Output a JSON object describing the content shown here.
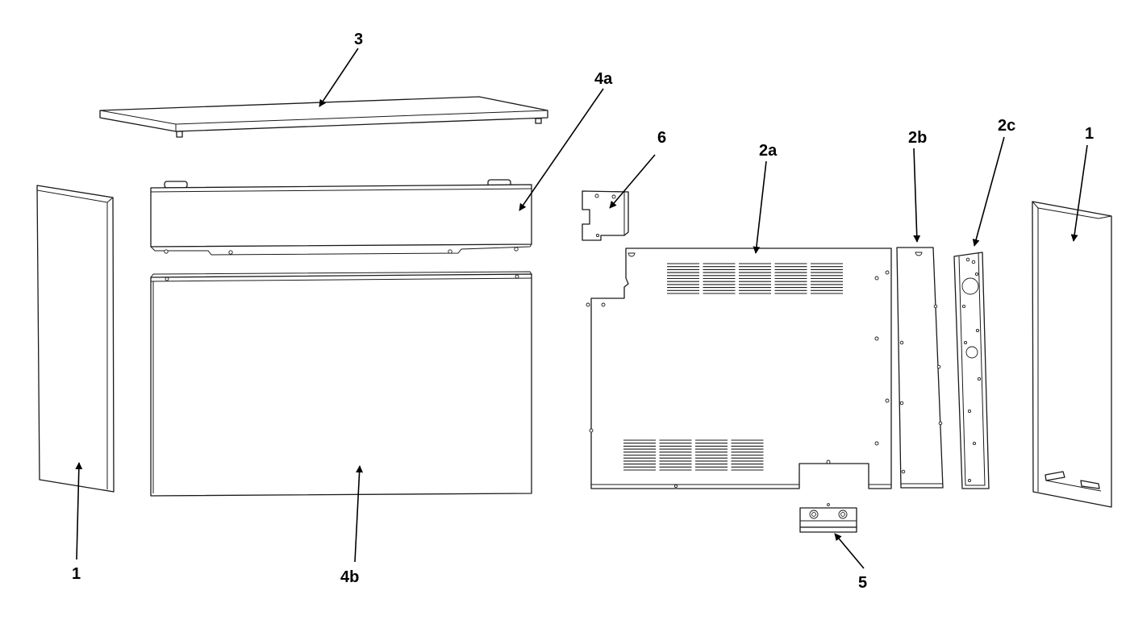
{
  "colors": {
    "line": "#1a1a1a",
    "background": "#ffffff",
    "text": "#000000"
  },
  "callouts": [
    {
      "id": "side-panel-left",
      "label": "1"
    },
    {
      "id": "top-cover",
      "label": "3"
    },
    {
      "id": "front-upper-panel",
      "label": "4a"
    },
    {
      "id": "front-lower-panel",
      "label": "4b"
    },
    {
      "id": "bracket",
      "label": "6"
    },
    {
      "id": "rear-panel",
      "label": "2a"
    },
    {
      "id": "rear-strip",
      "label": "2b"
    },
    {
      "id": "rear-rail",
      "label": "2c"
    },
    {
      "id": "side-panel-right",
      "label": "1"
    },
    {
      "id": "connector-block",
      "label": "5"
    }
  ]
}
